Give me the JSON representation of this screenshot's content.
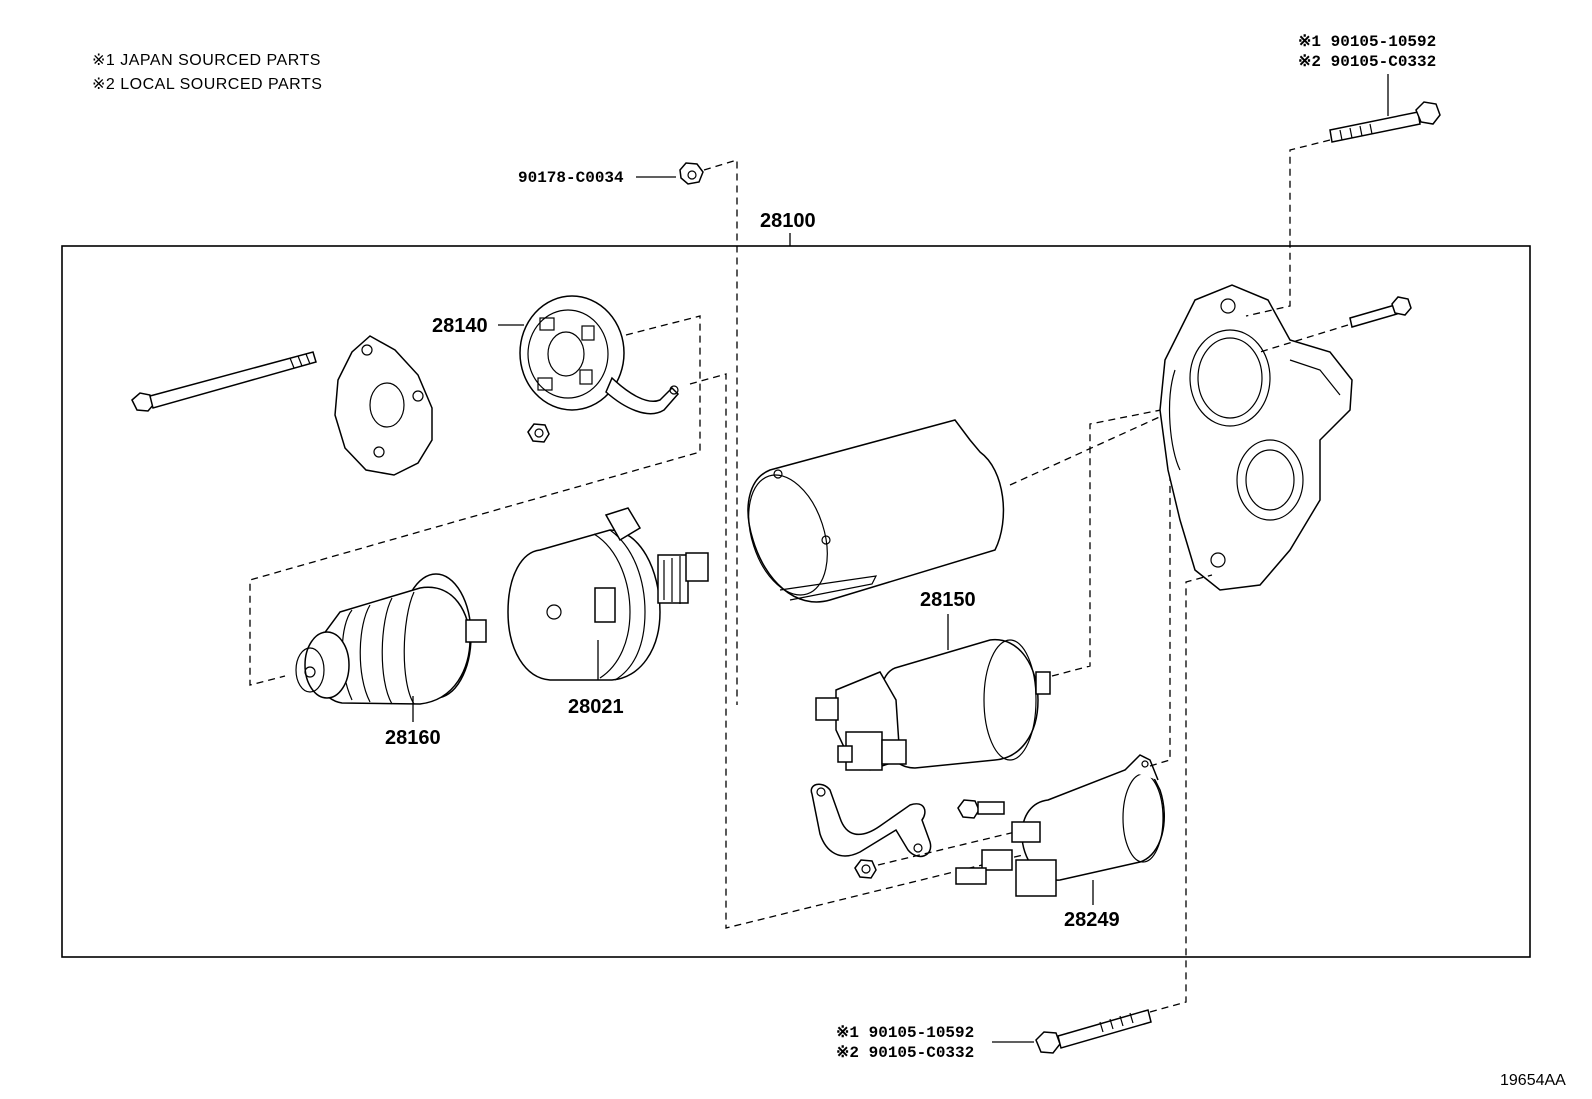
{
  "legend": {
    "note1": "※1 JAPAN SOURCED PARTS",
    "note2": "※2 LOCAL SOURCED PARTS"
  },
  "callouts": {
    "nut_top": "90178-C0034",
    "assembly": "28100",
    "brush_holder": "28140",
    "solenoid": "28150",
    "armature": "28160",
    "clutch": "28021",
    "relay": "28249",
    "bolt_top_1": "※1 90105-10592",
    "bolt_top_2": "※2 90105-C0332",
    "bolt_bottom_1": "※1 90105-10592",
    "bolt_bottom_2": "※2 90105-C0332"
  },
  "figure_ref": "19654AA"
}
